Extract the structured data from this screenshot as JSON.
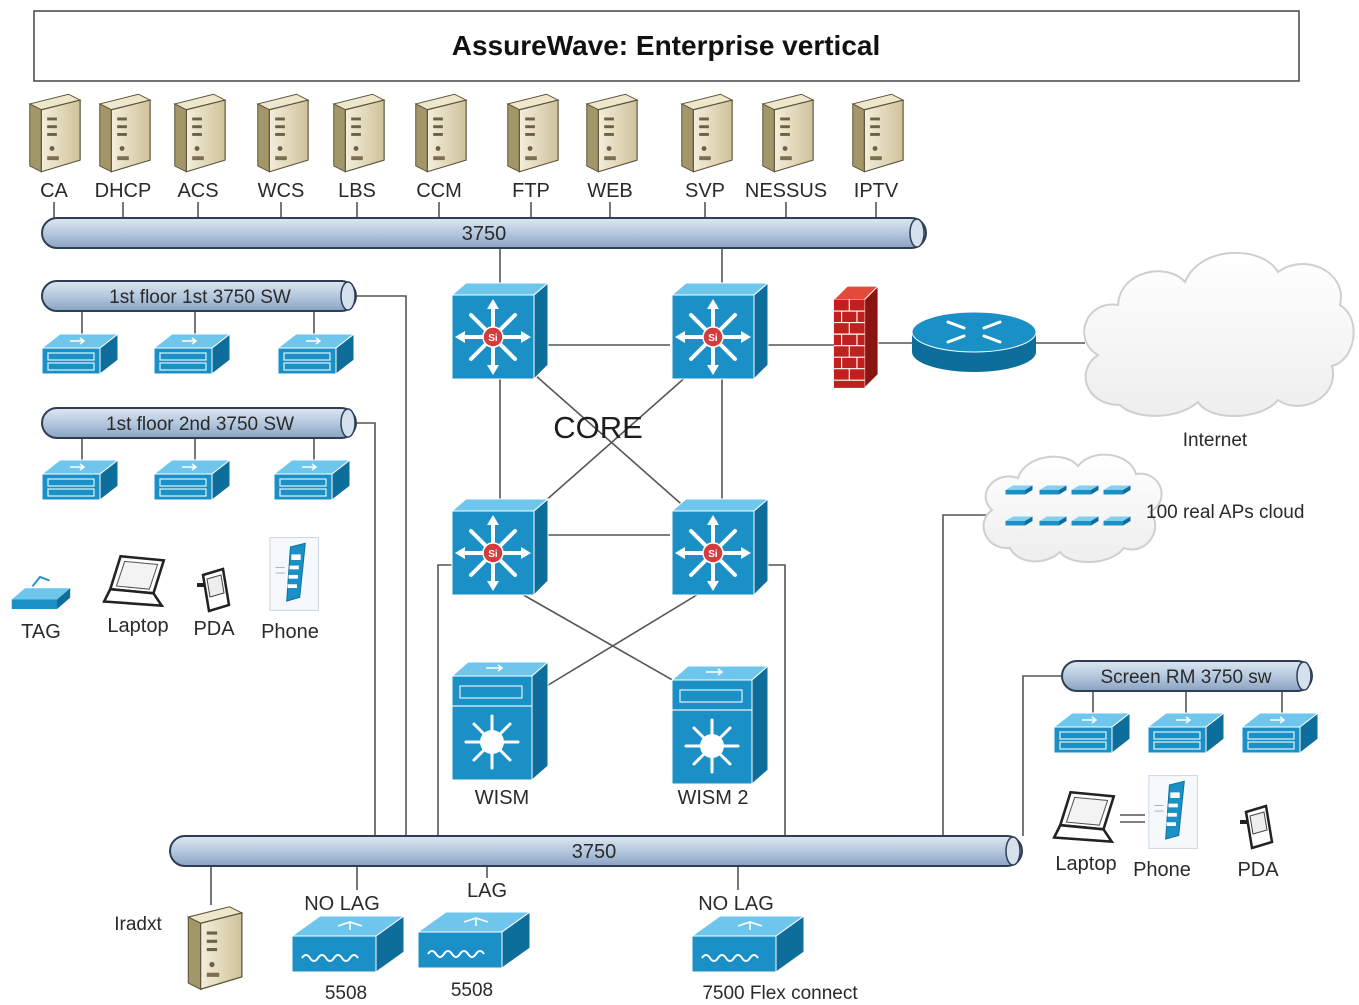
{
  "title": "AssureWave: Enterprise vertical",
  "servers": [
    "CA",
    "DHCP",
    "ACS",
    "WCS",
    "LBS",
    "CCM",
    "FTP",
    "WEB",
    "SVP",
    "NESSUS",
    "IPTV"
  ],
  "top_bus_label": "3750",
  "floor1_sw1_label": "1st floor 1st 3750 SW",
  "floor1_sw2_label": "1st floor 2nd 3750 SW",
  "core_label": "CORE",
  "internet_label": "Internet",
  "ap_cloud_label": "100 real APs cloud",
  "wism_label": "WISM",
  "wism2_label": "WISM 2",
  "client_devices_left": [
    "TAG",
    "Laptop",
    "PDA",
    "Phone"
  ],
  "screen_rm_label": "Screen RM 3750 sw",
  "client_devices_right": [
    "Laptop",
    "Phone",
    "PDA"
  ],
  "bottom_bus_label": "3750",
  "radius_label": "Iradxt",
  "controllers": [
    {
      "tag": "NO LAG",
      "model": "5508"
    },
    {
      "tag": "LAG",
      "model": "5508"
    },
    {
      "tag": "NO LAG",
      "model": "7500 Flex connect"
    }
  ],
  "colors": {
    "device_blue": "#1b90c6",
    "bus_fill": "#b9cbe0",
    "firewall_red": "#c0201e",
    "server_beige": "#e6dcc0"
  }
}
